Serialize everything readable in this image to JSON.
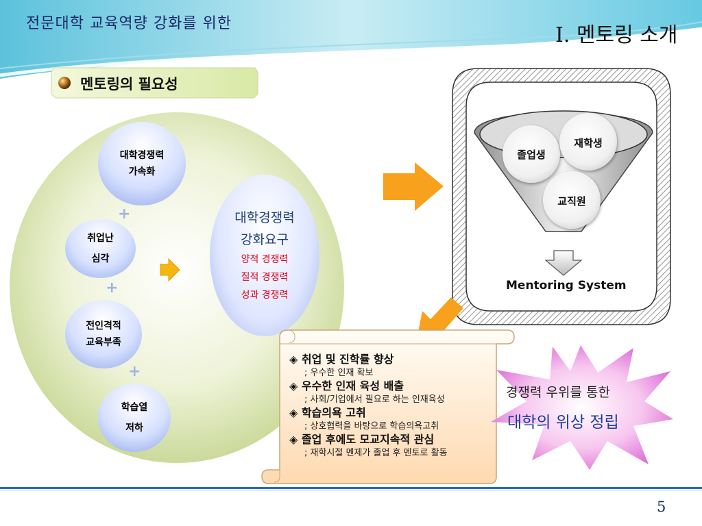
{
  "header": {
    "title": "전문대학 교육역량 강화를 위한",
    "section": "I. 멘토링 소개"
  },
  "section_label": "멘토링의 필요성",
  "left_circles": [
    {
      "lines": [
        "대학경쟁력",
        "가속화"
      ]
    },
    {
      "lines": [
        "취업난",
        "심각"
      ]
    },
    {
      "lines": [
        "전인격적",
        "교육부족"
      ]
    },
    {
      "lines": [
        "학습열",
        "저하"
      ]
    }
  ],
  "requirement": {
    "title_lines": [
      "대학경쟁력",
      "강화요구"
    ],
    "items": [
      "양적 경쟁력",
      "질적 경쟁력",
      "성과 경쟁력"
    ]
  },
  "funnel": {
    "members": [
      "재학생",
      "졸업생",
      "교직원"
    ],
    "label": "Mentoring System"
  },
  "list_items": [
    {
      "title": "◈ 취업 및 진학률 향상",
      "sub": "; 우수한 인재 확보"
    },
    {
      "title": "◈ 우수한 인재 육성 배출",
      "sub": "; 사회/기업에서 필요로 하는 인재육성"
    },
    {
      "title": "◈ 학습의욕 고취",
      "sub": "; 상호협력을 바탕으로 학습의욕고취"
    },
    {
      "title": "◈ 졸업 후에도 모교지속적 관심",
      "sub": "; 재학시절 멘제가 졸업 후 멘토로 활동"
    }
  ],
  "outcome": {
    "line1": "경쟁력 우위를 통한",
    "line2": "대학의 위상 정립"
  },
  "page_number": "5",
  "colors": {
    "accent_orange": "#f5a21a",
    "header_blue": "#1a2a6a",
    "red": "#e0001a",
    "green_circle": "#c8d89a"
  }
}
